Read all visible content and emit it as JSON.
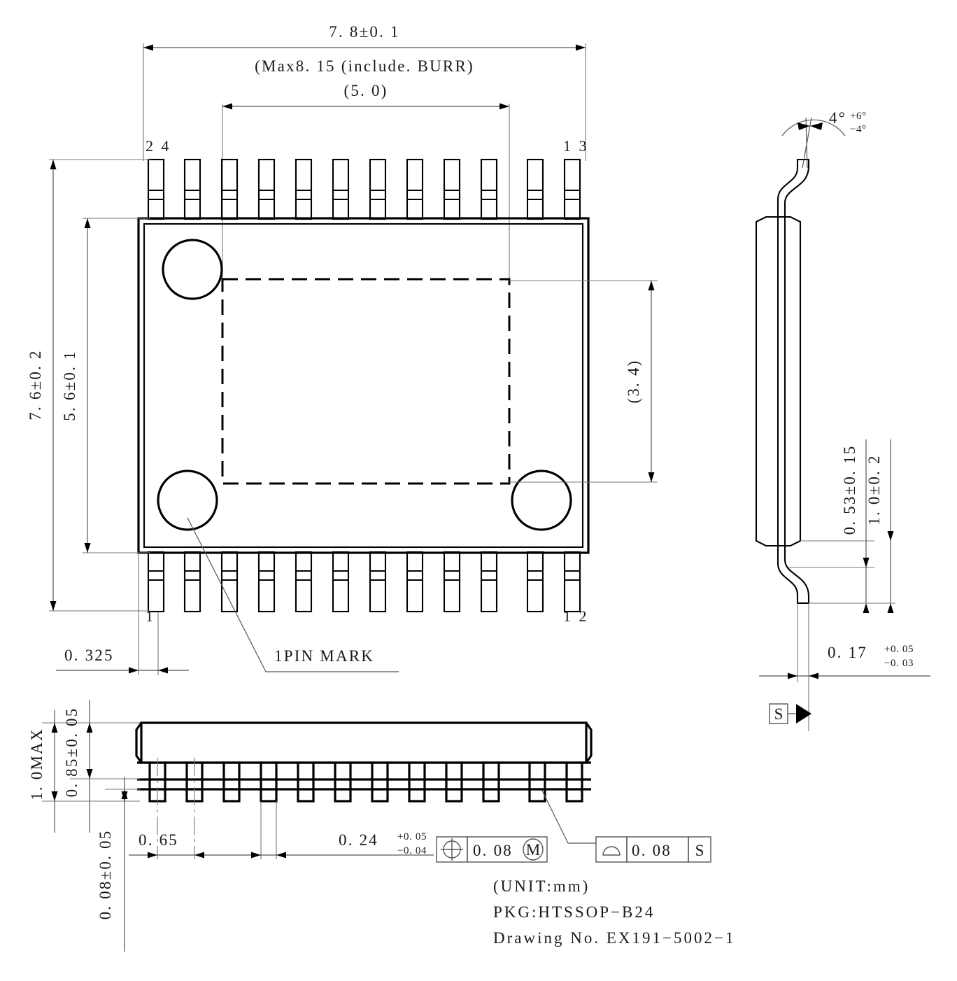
{
  "drawing": {
    "unit_note": "(UNIT:mm)",
    "package_label": "PKG:HTSSOP−B24",
    "drawing_no": "Drawing No. EX191−5002−1"
  },
  "top_view": {
    "width_dim": "7. 8±0. 1",
    "burr_note": "(Max8. 15 (include. BURR)",
    "pad_width_dim": "(5. 0)",
    "height_dim": "7. 6±0. 2",
    "body_height_dim": "5. 6±0. 1",
    "pad_height_dim": "(3. 4)",
    "pin_labels": {
      "top_left": "2 4",
      "top_right": "1 3",
      "bottom_left": "1",
      "bottom_right": "1 2"
    },
    "pin_mark_label": "1PIN MARK",
    "lead_offset_dim": "0. 325",
    "pin_count_per_row": 12
  },
  "side_view_right": {
    "lead_angle": "4°",
    "lead_angle_plus": "+6°",
    "lead_angle_minus": "−4°",
    "standoff_dim": "0. 53±0. 15",
    "lead_length_dim": "1. 0±0. 2",
    "lead_thickness": "0. 17",
    "lead_thickness_plus": "+0. 05",
    "lead_thickness_minus": "−0. 03",
    "datum_label": "S"
  },
  "front_view": {
    "total_height_dim": "1. 0MAX",
    "body_height_dim": "0. 85±0. 05",
    "standoff_dim": "0. 08±0. 05",
    "pitch_dim": "0. 65",
    "lead_width_dim": "0. 24",
    "lead_width_plus": "+0. 05",
    "lead_width_minus": "−0. 04",
    "gdt_position": {
      "symbol": "position",
      "tolerance": "0. 08",
      "modifier": "M"
    },
    "gdt_profile": {
      "symbol": "profile",
      "tolerance": "0. 08",
      "datum": "S"
    }
  }
}
